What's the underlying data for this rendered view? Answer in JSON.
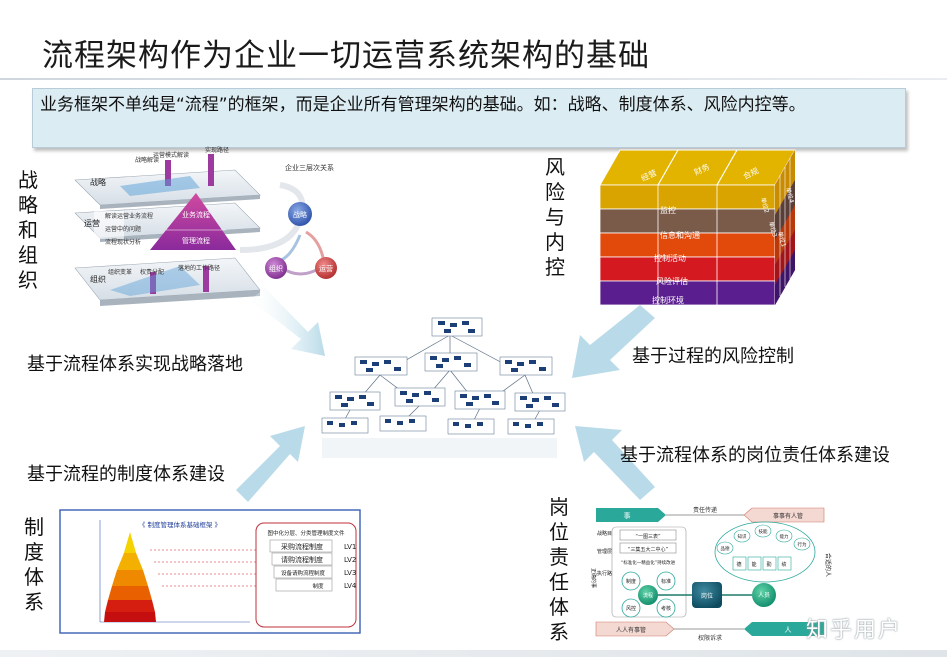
{
  "title": "流程架构作为企业一切运营系统架构的基础",
  "subtitle": "业务框架不单纯是“流程”的框架，而是企业所有管理架构的基础。如：战略、制度体系、风险内控等。",
  "side_labels": {
    "strategy": [
      "战",
      "略",
      "和",
      "组",
      "织"
    ],
    "risk": [
      "风",
      "险",
      "与",
      "内",
      "控"
    ],
    "system": [
      "制",
      "度",
      "体",
      "系"
    ],
    "post": [
      "岗",
      "位",
      "责",
      "任",
      "体",
      "系"
    ]
  },
  "captions": {
    "strategy": "基于流程体系实现战略落地",
    "risk": "基于过程的风险控制",
    "system": "基于流程的制度体系建设",
    "post": "基于流程体系的岗位责任体系建设"
  },
  "strategy_panel": {
    "layers": [
      "战略",
      "运营",
      "组织"
    ],
    "top_labels": [
      "战略解读",
      "运营模式解读",
      "实现路径"
    ],
    "mid_labels": [
      "解读运营业务流程",
      "运营中的问题",
      "流程现状分析"
    ],
    "pyramid": [
      "业务流程",
      "管理流程"
    ],
    "bottom_labels": [
      "组织变革",
      "权责分配",
      "落地的工作路径"
    ],
    "cycle_title": "企业三层次关系",
    "cycle": [
      "战略",
      "组织",
      "运营"
    ]
  },
  "risk_cube": {
    "bands": [
      "监控",
      "信息和沟通",
      "控制活动",
      "风险评估",
      "控制环境"
    ],
    "top_faces": [
      "经营",
      "财务",
      "合规"
    ],
    "side_faces": [
      "单位1",
      "单位2",
      "单位3",
      "单位4"
    ],
    "colors": [
      "#d9a400",
      "#7a5a48",
      "#e24a0c",
      "#d41920",
      "#5a1e8e"
    ]
  },
  "system_panel": {
    "title": "《 制度管理体系基础框架 》",
    "levels_title": "图中化分层、分类管理制度文件",
    "levels": [
      {
        "name": "采购流程制度",
        "level": "LV1"
      },
      {
        "name": "请购流程制度",
        "level": "LV2"
      },
      {
        "name": "设备请购流程制度",
        "level": "LV3"
      },
      {
        "name": "制度",
        "level": "LV4"
      }
    ],
    "pyramid_colors": [
      "#f5d300",
      "#f3b000",
      "#ef8a00",
      "#e86000",
      "#e03a00",
      "#d61e10",
      "#c40e10"
    ]
  },
  "post_panel": {
    "top": [
      "事",
      "责任传递",
      "事事有人管"
    ],
    "bottom": [
      "人人有事管",
      "人",
      "权限诉求"
    ],
    "left_tags": [
      "战略目标",
      "管理层级",
      "执行路径"
    ],
    "left_side": "正确的事",
    "right_side": "合适的人",
    "center_items": [
      "“一图三表”",
      "“三集五大二中心”",
      "“标准化一精益化”持续改进"
    ],
    "nodes": [
      "制度",
      "标准",
      "流程",
      "风控",
      "考核",
      "岗位",
      "人员"
    ],
    "bubbles": [
      "品德",
      "知识",
      "技能",
      "能力",
      "行为",
      "德",
      "能",
      "勤",
      "绩"
    ]
  },
  "watermark": "知乎用户"
}
